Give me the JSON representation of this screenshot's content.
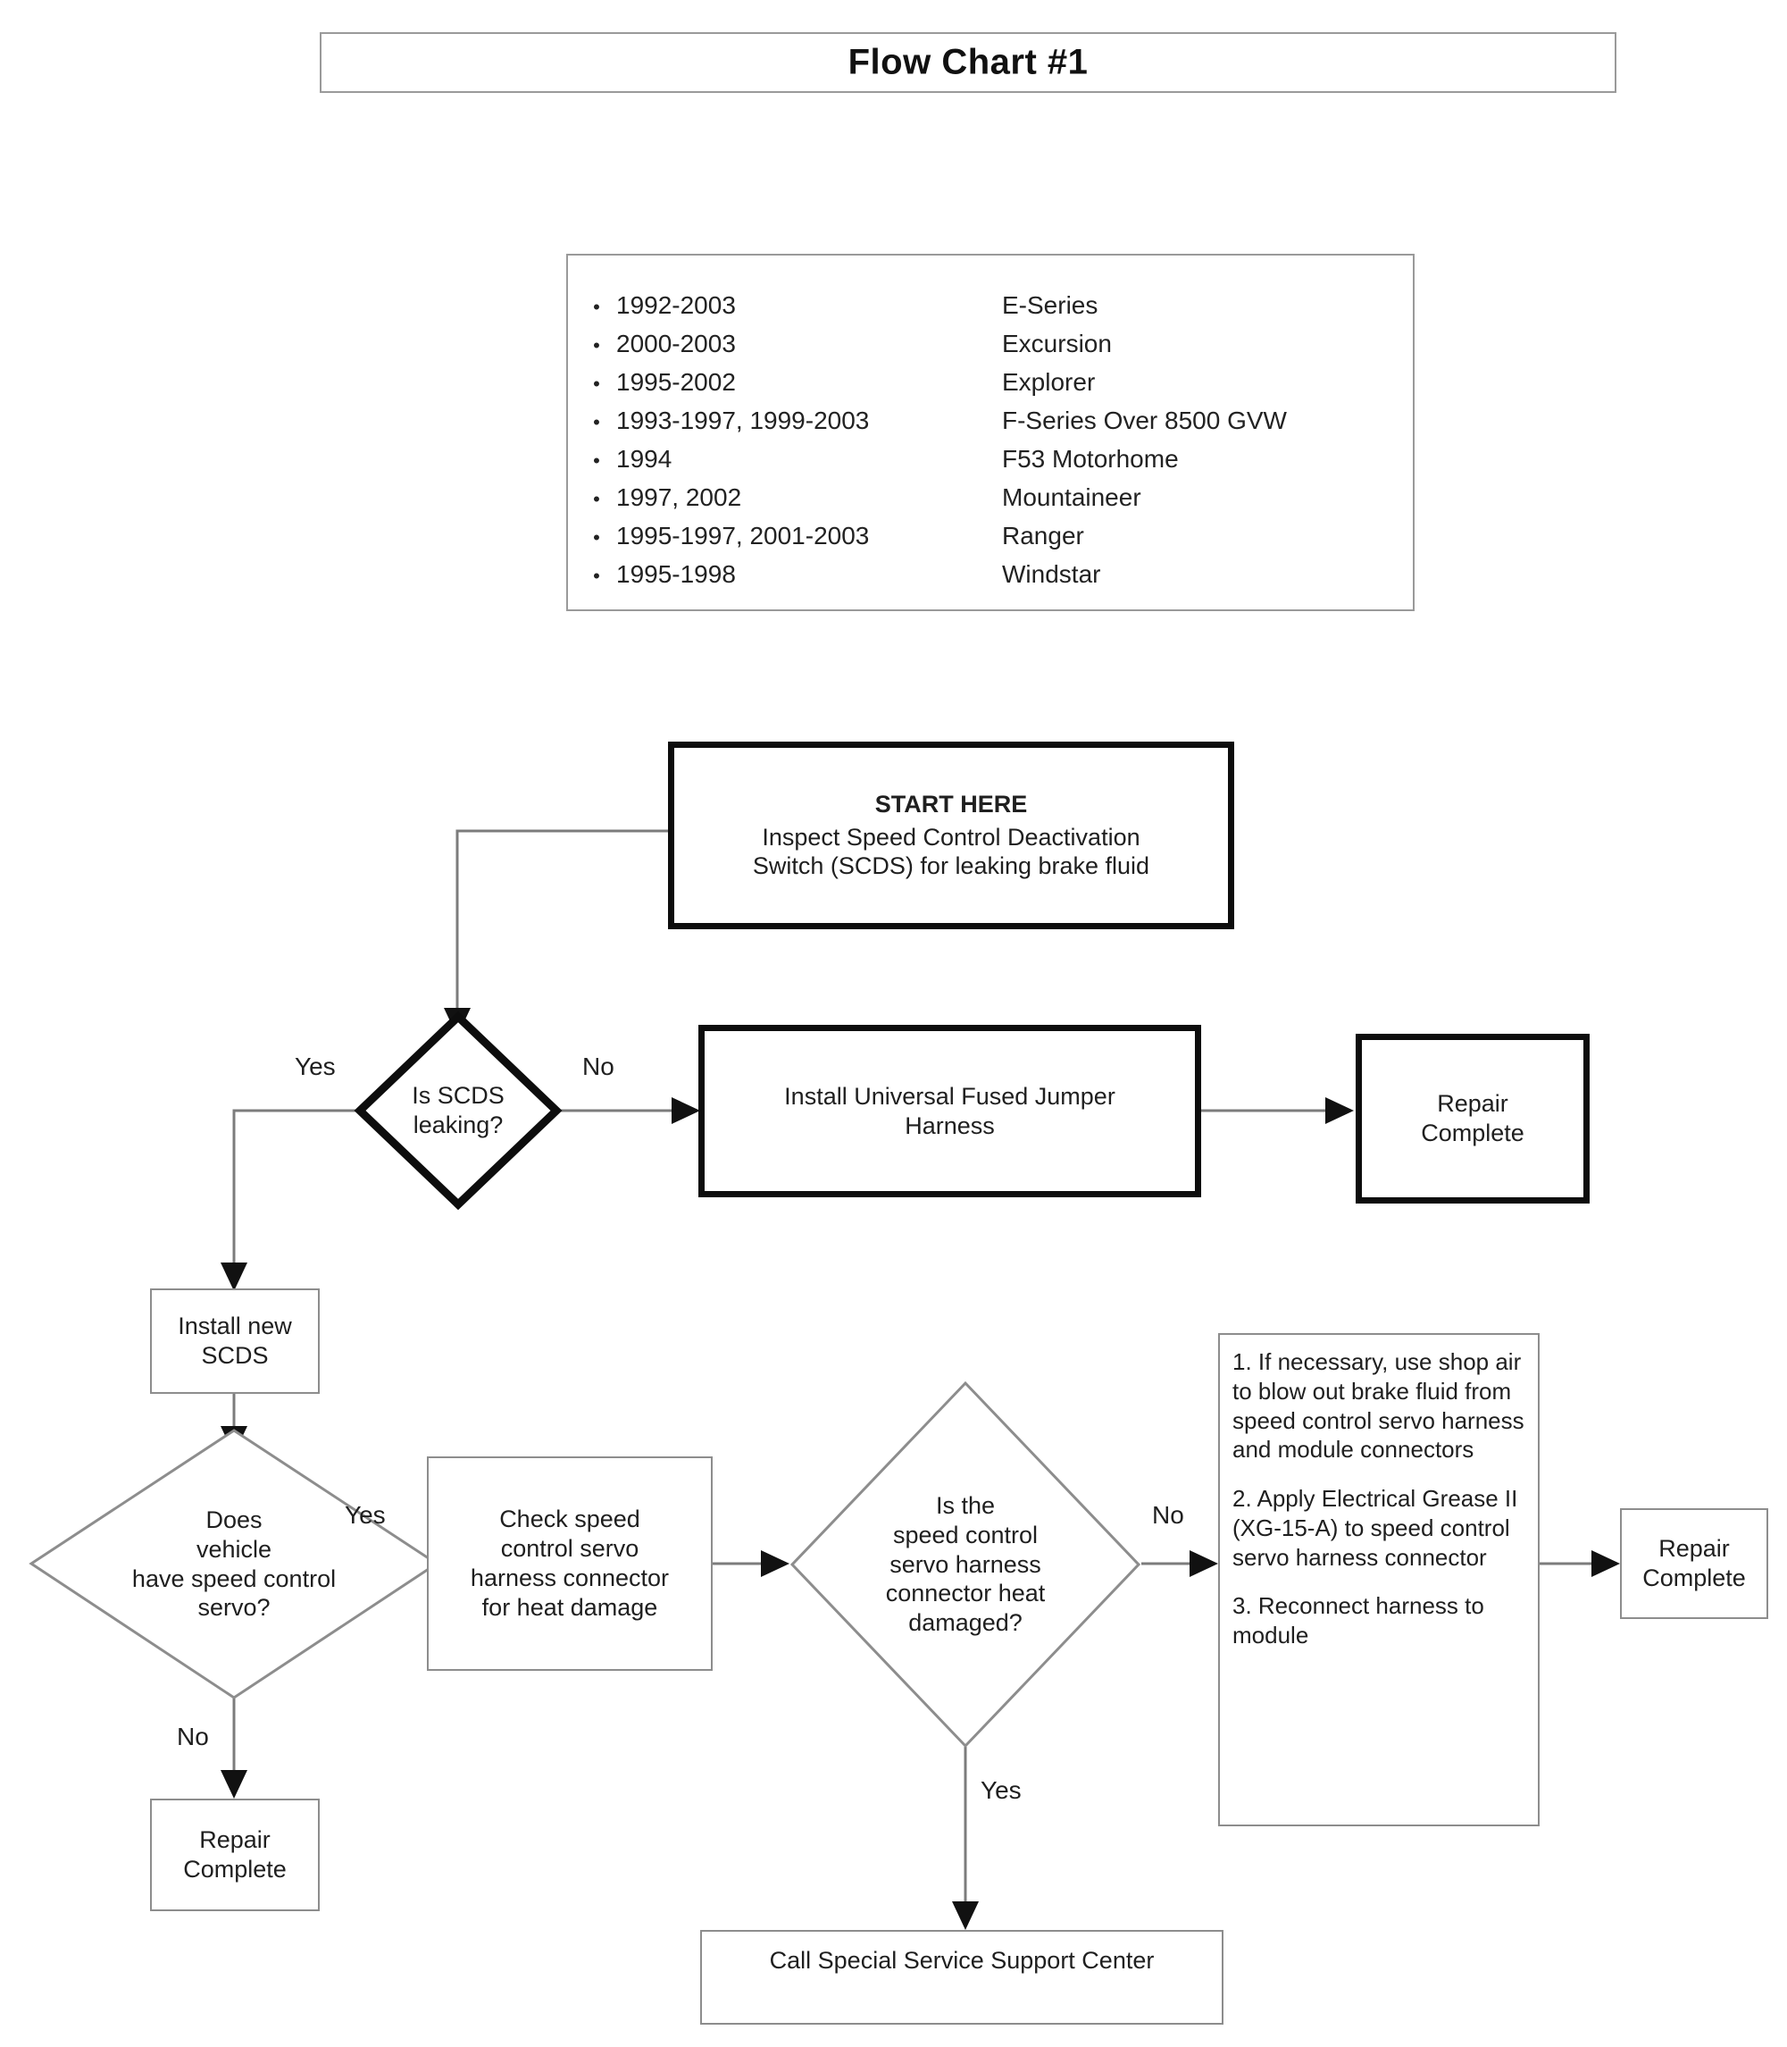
{
  "title": {
    "text": "Flow Chart #1"
  },
  "vehicle_list": {
    "rows": [
      {
        "bullet": "•",
        "years": "1992-2003",
        "model": "E-Series"
      },
      {
        "bullet": "•",
        "years": "2000-2003",
        "model": "Excursion"
      },
      {
        "bullet": "•",
        "years": "1995-2002",
        "model": "Explorer"
      },
      {
        "bullet": "•",
        "years": "1993-1997, 1999-2003",
        "model": "F-Series Over 8500 GVW"
      },
      {
        "bullet": "•",
        "years": "1994",
        "model": "F53 Motorhome"
      },
      {
        "bullet": "•",
        "years": "1997, 2002",
        "model": "Mountaineer"
      },
      {
        "bullet": "•",
        "years": "1995-1997, 2001-2003",
        "model": "Ranger"
      },
      {
        "bullet": "•",
        "years": "1995-1998",
        "model": "Windstar"
      }
    ]
  },
  "flow": {
    "start": {
      "heading": "START HERE",
      "line1": "Inspect Speed Control Deactivation",
      "line2": "Switch (SCDS) for leaking brake fluid"
    },
    "decision_scds_leaking": {
      "line1": "Is SCDS",
      "line2": "leaking?"
    },
    "install_jumper": {
      "line1": "Install Universal Fused Jumper",
      "line2": "Harness"
    },
    "repair_complete_top": {
      "line1": "Repair",
      "line2": "Complete"
    },
    "install_new_scds": {
      "line1": "Install new",
      "line2": "SCDS"
    },
    "decision_has_servo": {
      "line1": "Does",
      "line2": "vehicle",
      "line3": "have speed control",
      "line4": "servo?"
    },
    "check_harness": {
      "line1": "Check speed",
      "line2": "control servo",
      "line3": "harness connector",
      "line4": "for heat damage"
    },
    "decision_heat_damaged": {
      "line1": "Is the",
      "line2": "speed control",
      "line3": "servo harness",
      "line4": "connector heat",
      "line5": "damaged?"
    },
    "instructions": {
      "step1": "1. If necessary, use shop air to blow out brake fluid from speed control servo harness and module connectors",
      "step2": "2.  Apply Electrical Grease II (XG-15-A) to speed control servo harness connector",
      "step3": "3. Reconnect harness to module"
    },
    "repair_complete_right": {
      "line1": "Repair",
      "line2": "Complete"
    },
    "repair_complete_bottom": {
      "line1": "Repair",
      "line2": "Complete"
    },
    "call_support": {
      "text": "Call Special Service Support Center"
    },
    "edge_labels": {
      "scds_yes": "Yes",
      "scds_no": "No",
      "servo_yes": "Yes",
      "servo_no": "No",
      "heat_no": "No",
      "heat_yes": "Yes"
    }
  },
  "colors": {
    "thin_border": "#8d8d8d",
    "thick_border": "#0d0d0d",
    "connector": "#7c7c7c",
    "text": "#1f1f1f",
    "background": "#ffffff"
  }
}
